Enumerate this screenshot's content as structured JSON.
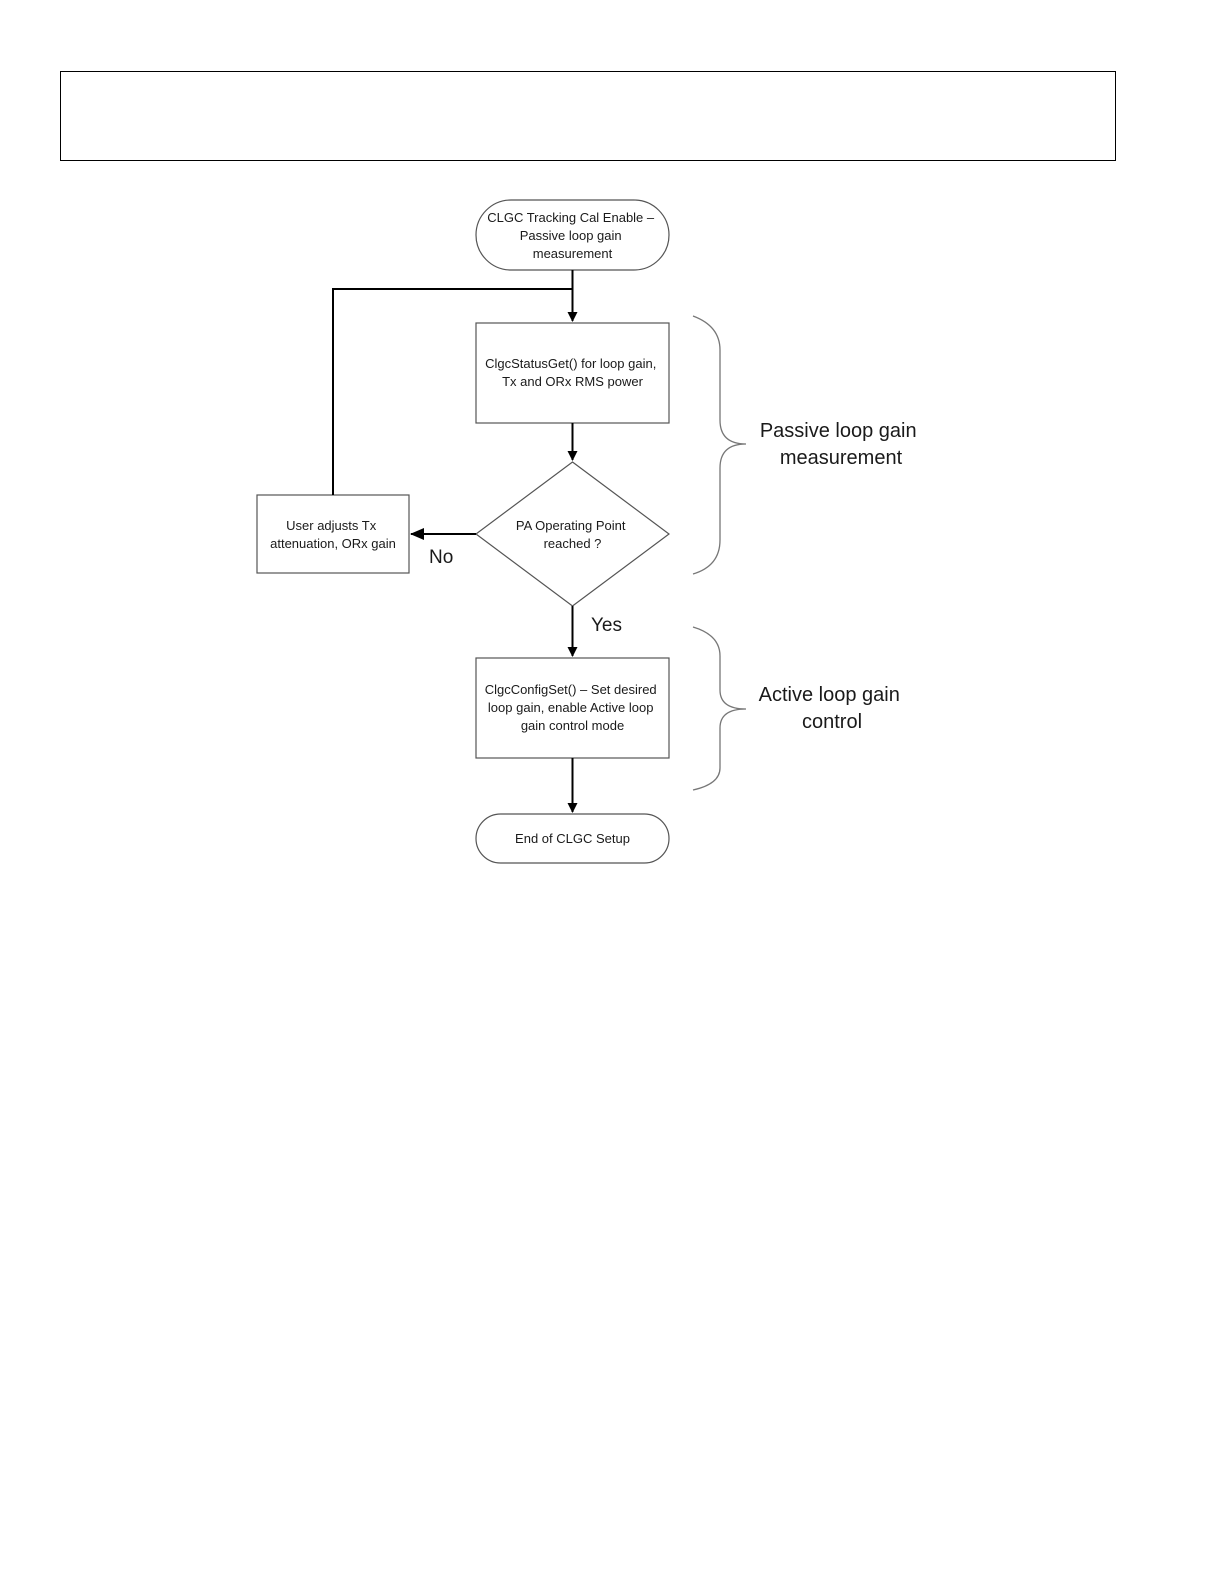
{
  "diagram": {
    "nodes": {
      "start": {
        "shape": "terminator",
        "lines": [
          "CLGC Tracking Cal Enable –",
          "Passive loop gain",
          "measurement"
        ]
      },
      "status_get": {
        "shape": "process",
        "lines": [
          "ClgcStatusGet() for loop gain,",
          "Tx and ORx RMS power"
        ]
      },
      "decision": {
        "shape": "decision",
        "lines": [
          "PA Operating Point",
          "reached ?"
        ]
      },
      "user_adjust": {
        "shape": "process",
        "lines": [
          "User adjusts Tx",
          "attenuation, ORx gain"
        ]
      },
      "config_set": {
        "shape": "process",
        "lines": [
          "ClgcConfigSet() – Set desired",
          "loop gain, enable Active loop",
          "gain control mode"
        ]
      },
      "end": {
        "shape": "terminator",
        "lines": [
          "End of CLGC Setup"
        ]
      }
    },
    "edges": [
      {
        "from": "start",
        "to": "status_get",
        "label": ""
      },
      {
        "from": "status_get",
        "to": "decision",
        "label": ""
      },
      {
        "from": "decision",
        "to": "user_adjust",
        "label": "No"
      },
      {
        "from": "user_adjust",
        "to": "status_get",
        "label": ""
      },
      {
        "from": "decision",
        "to": "config_set",
        "label": "Yes"
      },
      {
        "from": "config_set",
        "to": "end",
        "label": ""
      }
    ],
    "groups": {
      "passive": {
        "lines": [
          "Passive loop gain",
          "measurement"
        ]
      },
      "active": {
        "lines": [
          "Active loop gain",
          "control"
        ]
      }
    }
  },
  "colors": {
    "stroke": "#000000",
    "text": "#1a1a1a",
    "brace": "#777777",
    "background": "#ffffff"
  }
}
